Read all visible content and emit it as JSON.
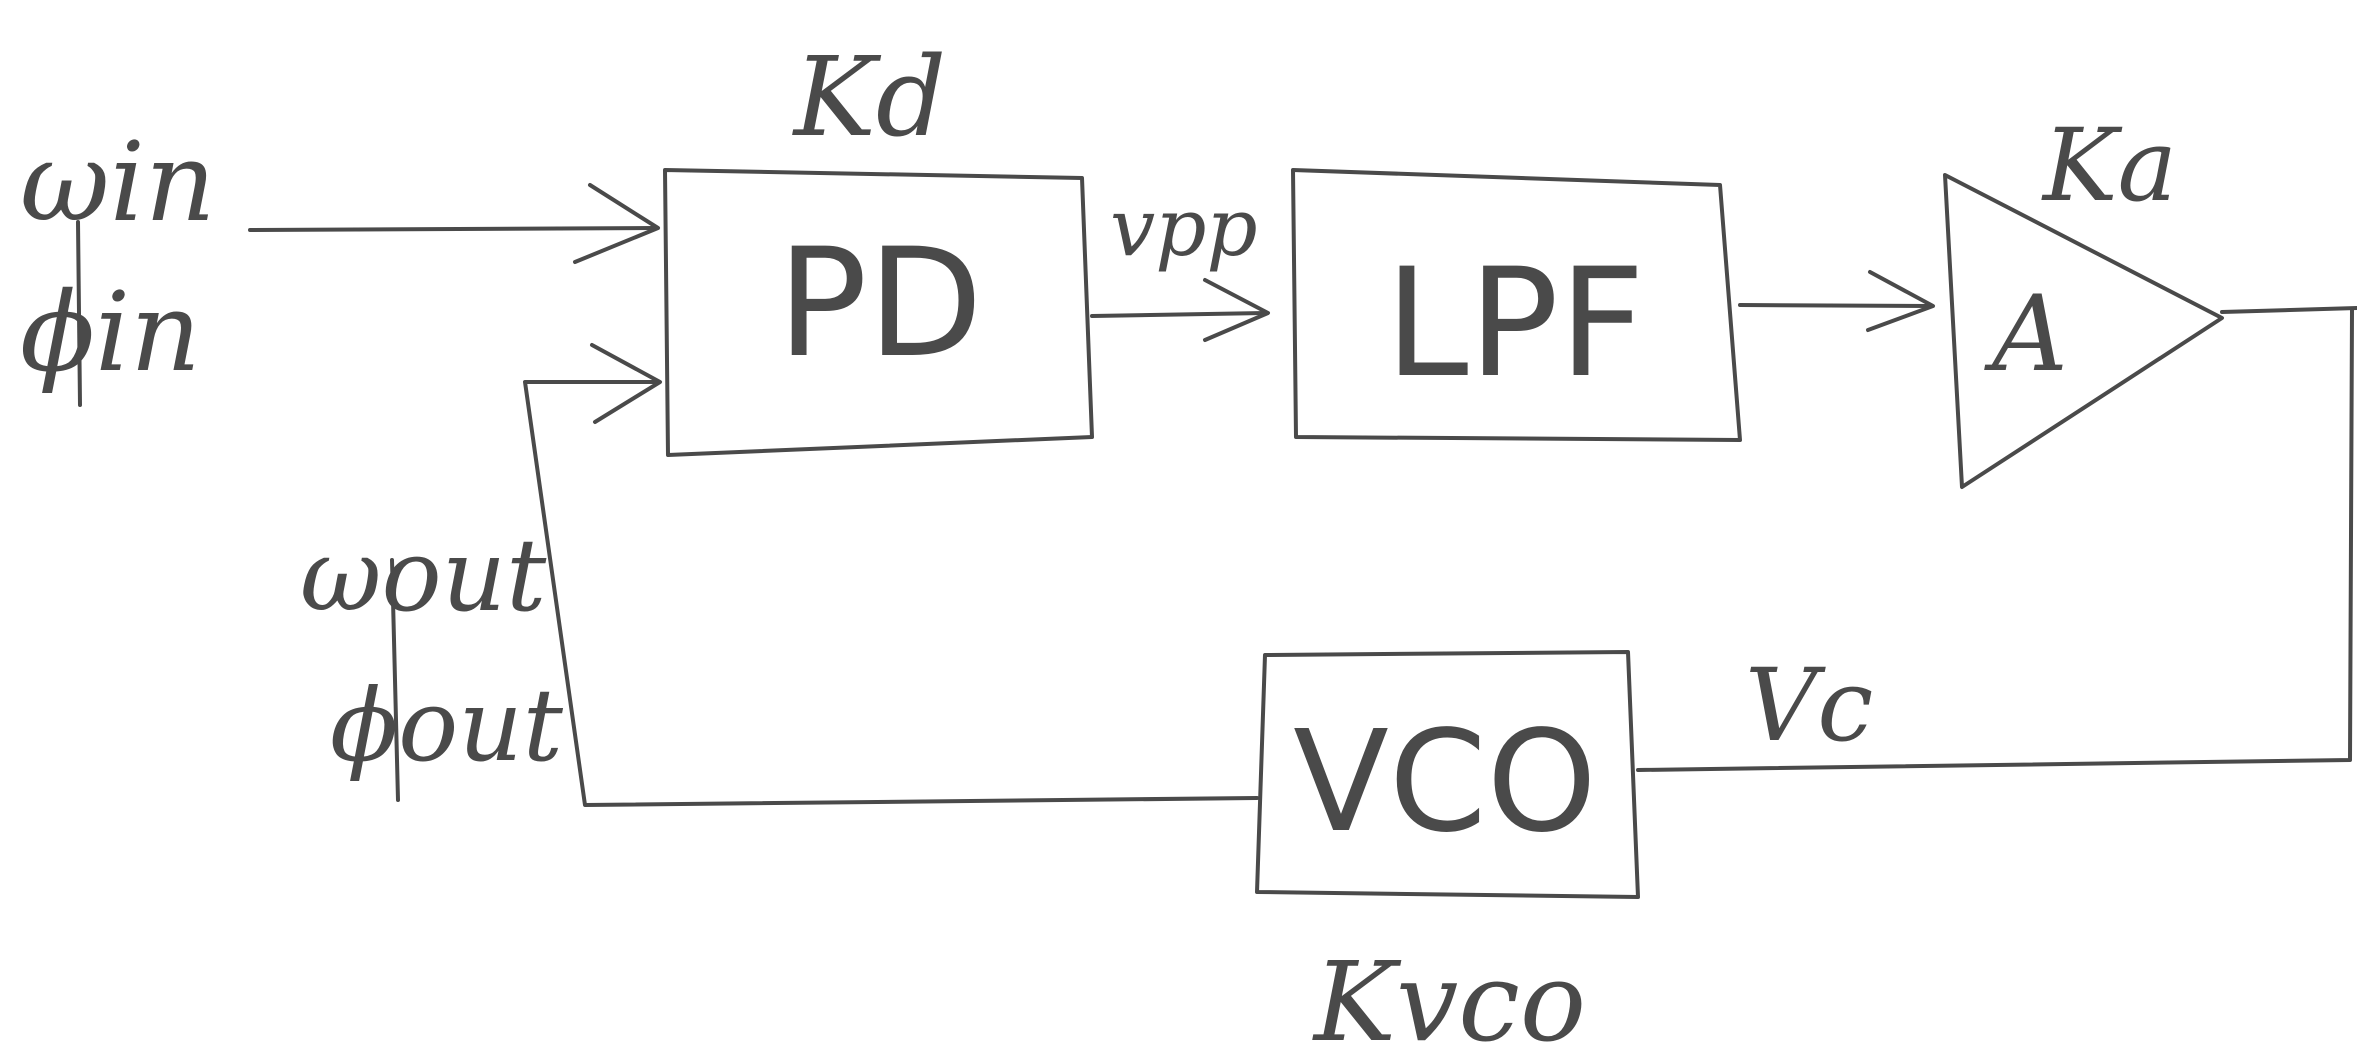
{
  "blocks": {
    "pd": "PD",
    "lpf": "LPF",
    "amp": "A",
    "vco": "VCO"
  },
  "gains": {
    "kd": "Kd",
    "ka": "Ka",
    "kvco": "Kvco"
  },
  "signals": {
    "w_in": "ωin",
    "phi_in": "ϕin",
    "w_out": "ωout",
    "phi_out": "ϕout",
    "v_pd": "vpp",
    "v_c": "Vc"
  }
}
